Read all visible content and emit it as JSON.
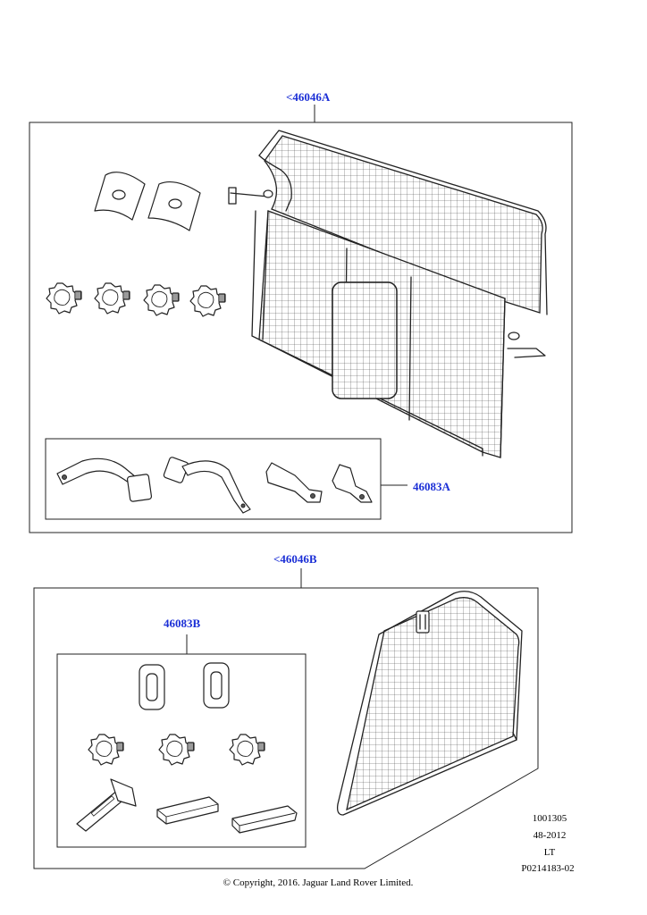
{
  "callouts": {
    "kit_a": "<46046A",
    "sub_a": "46083A",
    "kit_b": "<46046B",
    "sub_b": "46083B"
  },
  "meta": {
    "line1": "1001305",
    "line2": "48-2012",
    "line3": "LT",
    "line4": "P0214183-02"
  },
  "copyright": "© Copyright, 2016. Jaguar Land Rover Limited.",
  "colors": {
    "callout_link": "#1b2fd6",
    "line": "#222222"
  }
}
